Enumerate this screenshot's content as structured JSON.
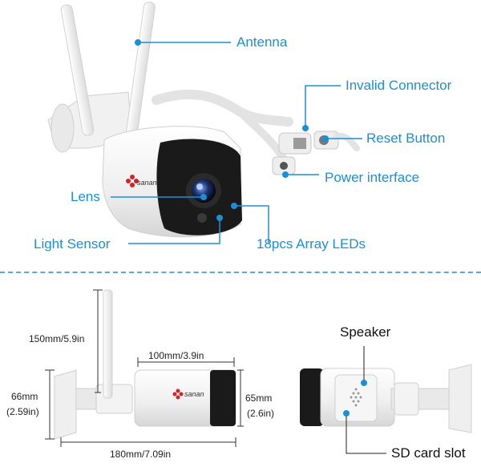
{
  "colors": {
    "accent": "#1b8fd6",
    "camera_body": "#f2f2f2",
    "camera_face": "#1a1a1a",
    "dimension_line": "#333333"
  },
  "top_callouts": {
    "antenna": "Antenna",
    "invalid_connector": "Invalid Connector",
    "reset_button": "Reset Button",
    "power_interface": "Power interface",
    "lens": "Lens",
    "light_sensor": "Light Sensor",
    "array_leds": "18pcs Array LEDs"
  },
  "brand": "sanan",
  "dimensions": {
    "antenna_height": "150mm/5.9in",
    "body_length": "100mm/3.9in",
    "total_length": "180mm/7.09in",
    "mount_height_mm": "66mm",
    "mount_height_in": "(2.59in)",
    "body_height_mm": "65mm",
    "body_height_in": "(2.6in)"
  },
  "bottom_callouts": {
    "speaker": "Speaker",
    "sd_card_slot": "SD card slot"
  }
}
